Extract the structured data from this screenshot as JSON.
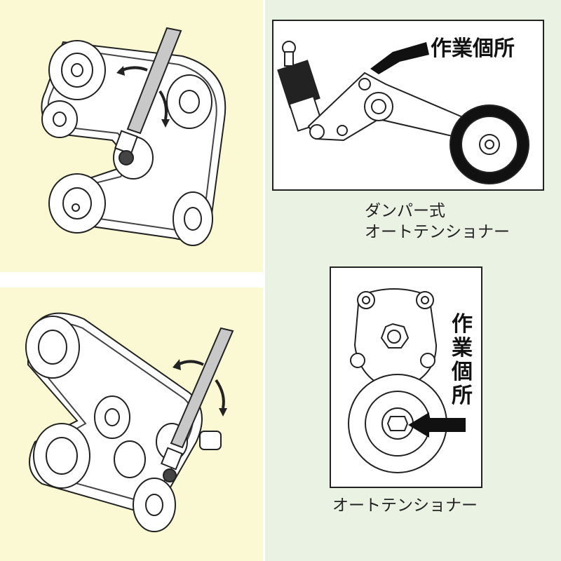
{
  "callouts": {
    "work_location_top": "作業個所",
    "work_location_bottom": "作業個所"
  },
  "captions": {
    "damper_line1": "ダンパー式",
    "damper_line2": "オートテンショナー",
    "auto_tensioner": "オートテンショナー"
  },
  "colors": {
    "panel_yellow": "#fbf9d3",
    "panel_green": "#eaf3e3",
    "line": "#222222"
  }
}
